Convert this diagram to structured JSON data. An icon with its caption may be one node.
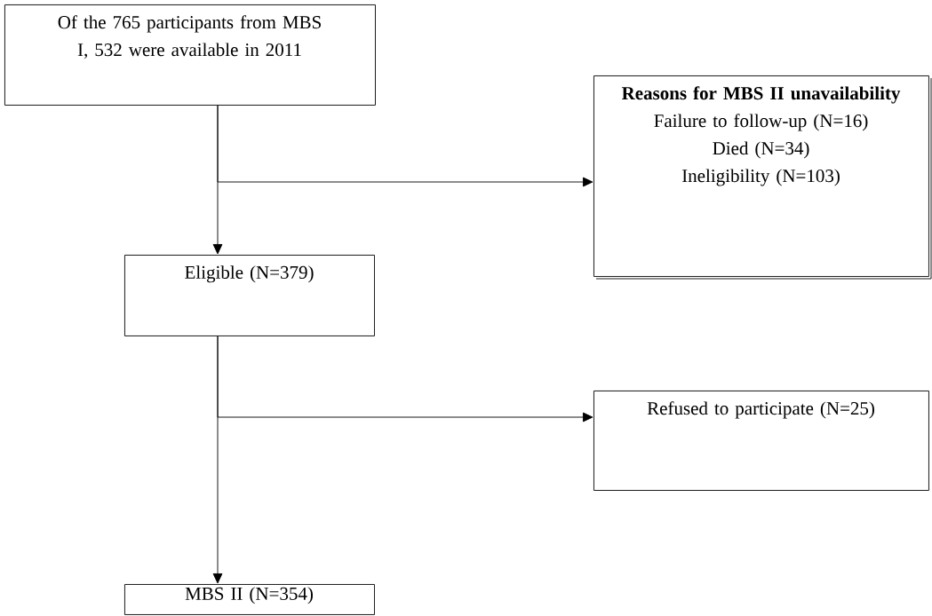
{
  "diagram": {
    "nodes": [
      {
        "text": [
          "Of the 765 participants from MBS I, 532 were available in 2011"
        ]
      },
      {
        "text": [
          "Reasons for MBS II unavailability",
          "Failure to follow-up (N=16)",
          "Died (N=34)",
          "Ineligibility (N=103)"
        ]
      },
      {
        "text": [
          "Eligible (N=379)"
        ]
      },
      {
        "text": [
          "Refused to participate (N=25)"
        ]
      },
      {
        "text": [
          "MBS II (N=354)"
        ]
      }
    ],
    "edges": [
      {
        "from": 0,
        "to": 2,
        "arrow": "to"
      },
      {
        "from": 0,
        "to": 1,
        "arrow": "to"
      },
      {
        "from": 2,
        "to": 4,
        "arrow": "to"
      },
      {
        "from": 2,
        "to": 3,
        "arrow": "to"
      }
    ]
  }
}
